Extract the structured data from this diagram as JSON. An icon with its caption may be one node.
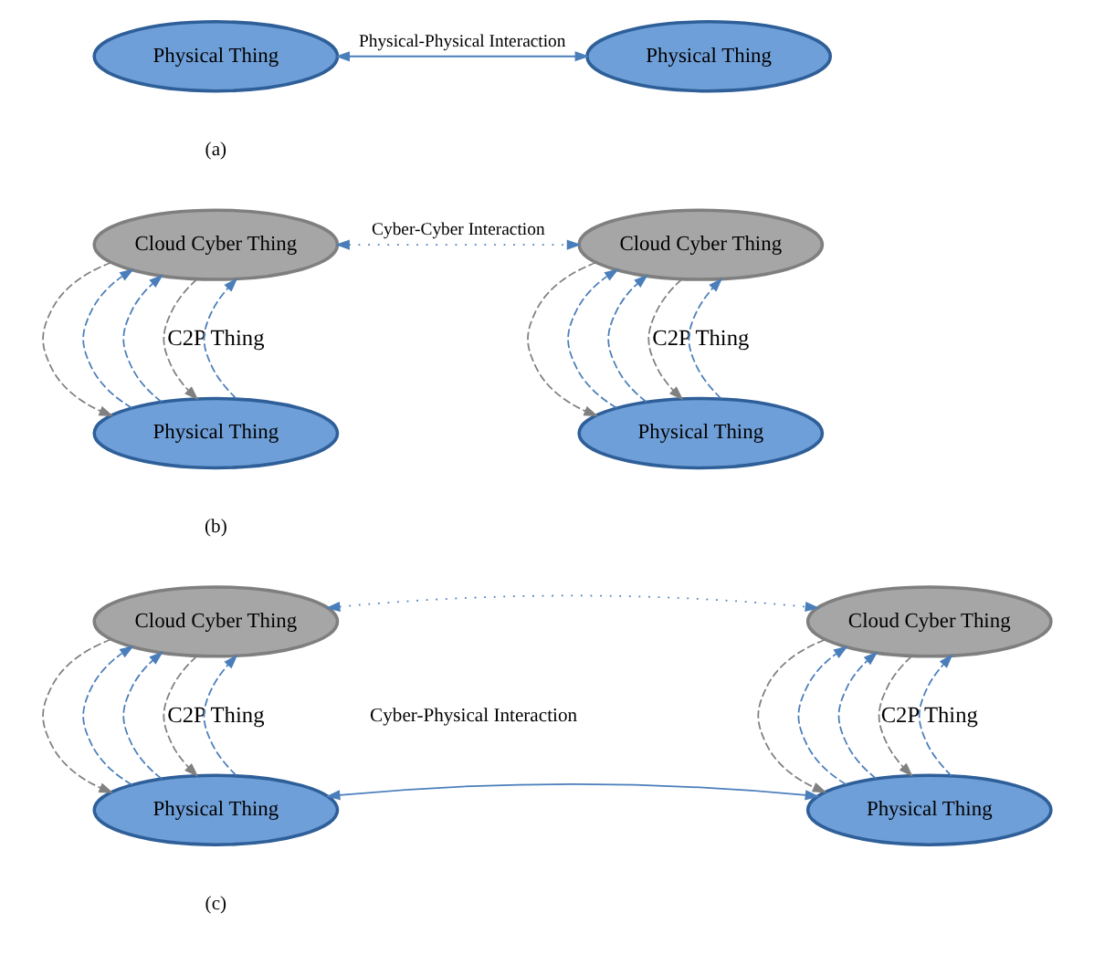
{
  "diagram": {
    "nodes": [
      {
        "text": [
          "Physical Thing"
        ]
      },
      {
        "text": [
          "Physical Thing"
        ]
      },
      {
        "text": [
          "Cloud Cyber Thing"
        ]
      },
      {
        "text": [
          "Physical Thing"
        ]
      },
      {
        "text": [
          "Cloud Cyber Thing"
        ]
      },
      {
        "text": [
          "Physical Thing"
        ]
      },
      {
        "text": [
          "Cloud Cyber Thing"
        ]
      },
      {
        "text": [
          "Physical Thing"
        ]
      },
      {
        "text": [
          "Cloud Cyber Thing"
        ]
      },
      {
        "text": [
          "Physical Thing"
        ]
      }
    ],
    "edges": [
      {
        "from": 0,
        "to": 1,
        "arrow": "both",
        "label": "Physical-Physical Interaction"
      },
      {
        "from": 3,
        "to": 2,
        "arrow": "to",
        "style": "dashed"
      },
      {
        "from": 2,
        "to": 3,
        "arrow": "to",
        "style": "dashed",
        "color": "#808080"
      },
      {
        "from": 3,
        "to": 2,
        "arrow": "to",
        "style": "dashed"
      },
      {
        "from": 2,
        "to": 3,
        "arrow": "to",
        "style": "dashed",
        "color": "#808080"
      },
      {
        "from": 3,
        "to": 2,
        "arrow": "to",
        "style": "dashed"
      },
      {
        "from": 2,
        "to": 4,
        "arrow": "both",
        "style": "dashed",
        "label": "Cyber-Cyber Interaction"
      },
      {
        "from": 5,
        "to": 4,
        "arrow": "to",
        "style": "dashed"
      },
      {
        "from": 4,
        "to": 5,
        "arrow": "to",
        "style": "dashed",
        "color": "#808080"
      },
      {
        "from": 5,
        "to": 4,
        "arrow": "to",
        "style": "dashed"
      },
      {
        "from": 4,
        "to": 5,
        "arrow": "to",
        "style": "dashed",
        "color": "#808080"
      },
      {
        "from": 5,
        "to": 4,
        "arrow": "to",
        "style": "dashed"
      },
      {
        "from": 7,
        "to": 6,
        "arrow": "to",
        "style": "dashed"
      },
      {
        "from": 6,
        "to": 7,
        "arrow": "to",
        "style": "dashed",
        "color": "#808080"
      },
      {
        "from": 7,
        "to": 6,
        "arrow": "to",
        "style": "dashed"
      },
      {
        "from": 6,
        "to": 7,
        "arrow": "to",
        "style": "dashed",
        "color": "#808080"
      },
      {
        "from": 7,
        "to": 6,
        "arrow": "to",
        "style": "dashed"
      },
      {
        "from": 6,
        "to": 8,
        "arrow": "both",
        "style": "dashed"
      },
      {
        "from": 9,
        "to": 8,
        "arrow": "to",
        "style": "dashed"
      },
      {
        "from": 8,
        "to": 9,
        "arrow": "to",
        "style": "dashed",
        "color": "#808080"
      },
      {
        "from": 9,
        "to": 8,
        "arrow": "to",
        "style": "dashed"
      },
      {
        "from": 8,
        "to": 9,
        "arrow": "to",
        "style": "dashed",
        "color": "#808080"
      },
      {
        "from": 9,
        "to": 8,
        "arrow": "to",
        "style": "dashed"
      },
      {
        "from": 7,
        "to": 9,
        "arrow": "both"
      }
    ],
    "labels": [
      "(a)",
      "C2P Thing",
      "C2P Thing",
      "(b)",
      "C2P Thing",
      "Cyber-Physical Interaction",
      "C2P Thing",
      "(c)"
    ]
  }
}
